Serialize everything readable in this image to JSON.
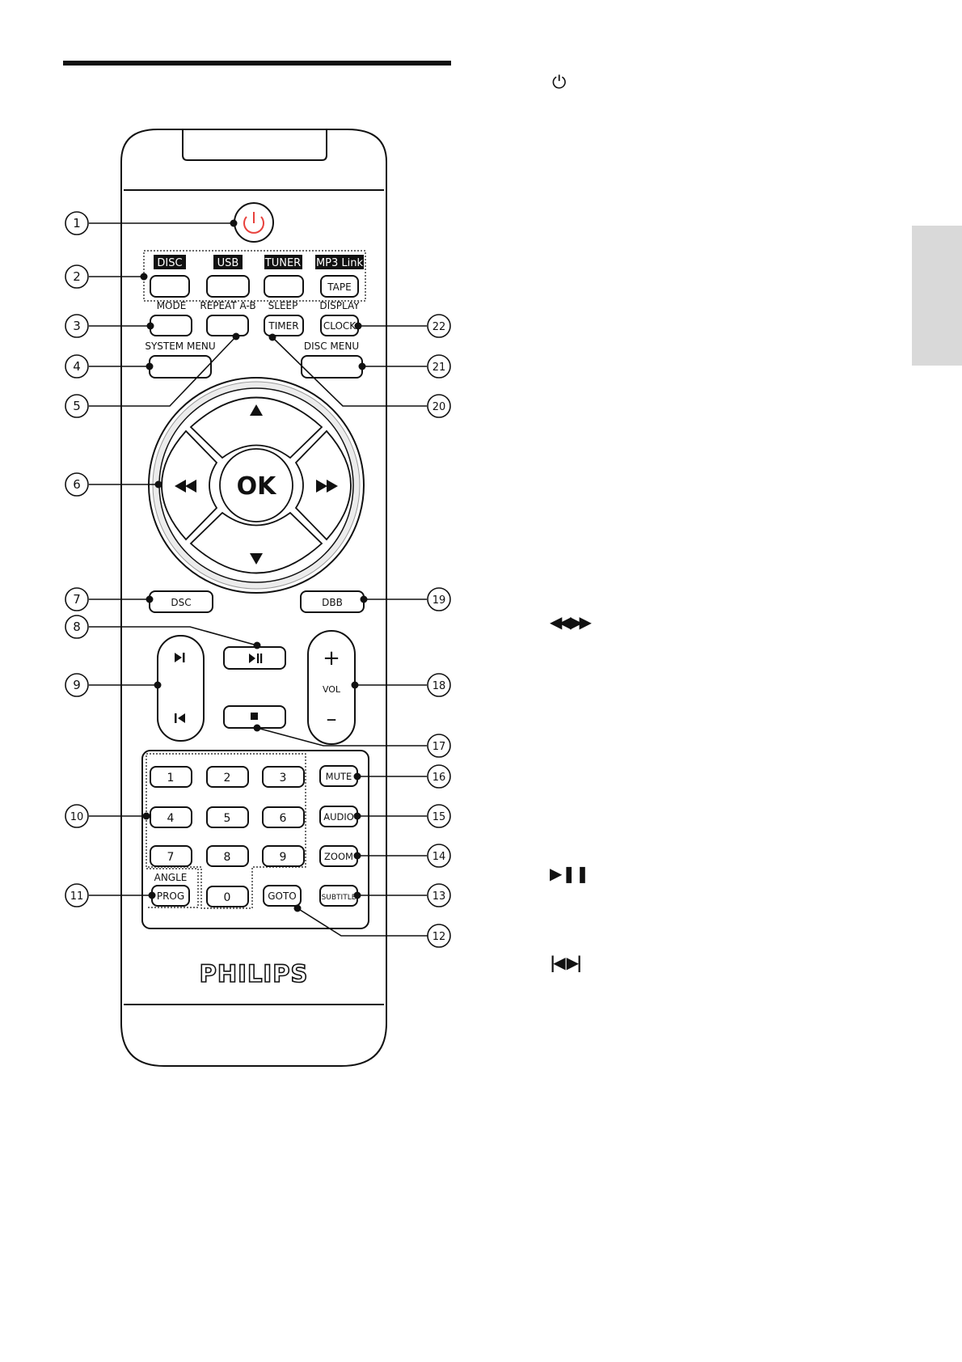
{
  "brand": "PHILIPS",
  "sidebar_symbols": {
    "power": "⏻",
    "rewind_forward": "◀◀ ▶▶",
    "play_pause": "▶❚❚",
    "prev_next": "|◀ ▶|"
  },
  "buttons": {
    "source_disc": "DISC",
    "source_usb": "USB",
    "source_tuner": "TUNER",
    "source_mp3": "MP3 Link",
    "tape": "TAPE",
    "mode": "MODE",
    "repeat_ab": "REPEAT A-B",
    "sleep": "SLEEP",
    "timer": "TIMER",
    "display": "DISPLAY",
    "clock": "CLOCK",
    "system_menu": "SYSTEM MENU",
    "disc_menu": "DISC MENU",
    "ok": "OK",
    "dsc": "DSC",
    "dbb": "DBB",
    "vol": "VOL",
    "vol_plus": "+",
    "vol_minus": "–",
    "angle": "ANGLE",
    "prog": "PROG",
    "goto": "GOTO",
    "mute": "MUTE",
    "audio": "AUDIO",
    "zoom": "ZOOM",
    "subtitle": "SUBTITLE",
    "digits": [
      "1",
      "2",
      "3",
      "4",
      "5",
      "6",
      "7",
      "8",
      "9",
      "0"
    ]
  },
  "callouts": [
    "1",
    "2",
    "3",
    "4",
    "5",
    "6",
    "7",
    "8",
    "9",
    "10",
    "11",
    "12",
    "13",
    "14",
    "15",
    "16",
    "17",
    "18",
    "19",
    "20",
    "21",
    "22"
  ],
  "colors": {
    "power_red": "#e8413c",
    "remote_fill": "#ffffff",
    "outline": "#111111",
    "side_tab": "#d9d9d9"
  }
}
